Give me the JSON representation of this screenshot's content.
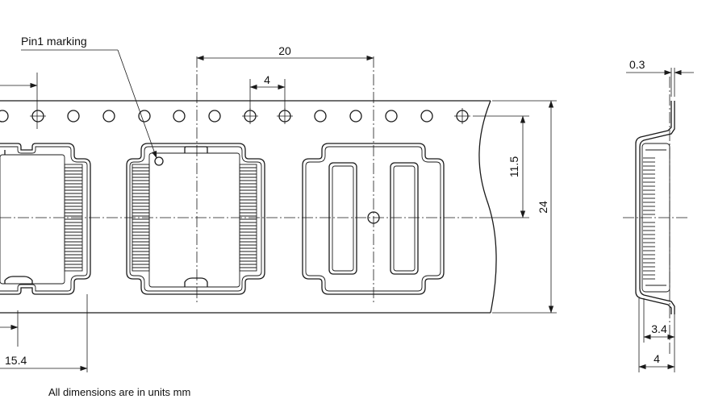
{
  "labels": {
    "pin1": "Pin1 marking",
    "units_note": "All dimensions are in units mm"
  },
  "dimensions": {
    "pitch_20": "20",
    "hole_pitch_4": "4",
    "width_24": "24",
    "offset_11_5": "11.5",
    "offset_15_4": "15.4",
    "thickness_0_3": "0.3",
    "depth_3_4": "3.4",
    "depth_4": "4"
  }
}
